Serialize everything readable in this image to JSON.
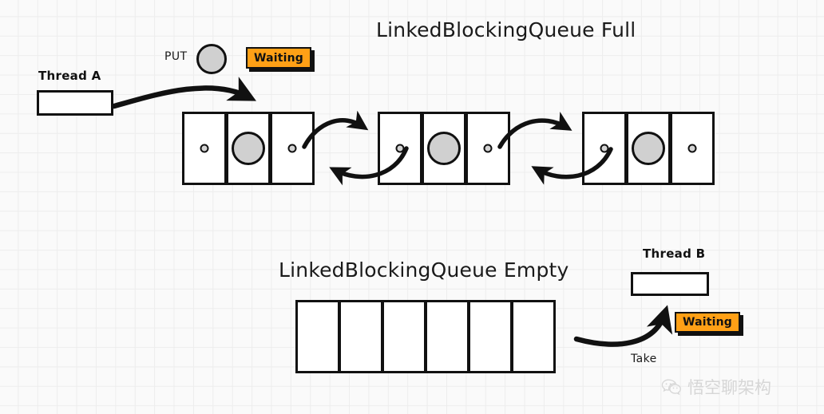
{
  "diagram": {
    "top_section": {
      "title": "LinkedBlockingQueue Full",
      "thread_label": "Thread A",
      "operation_label": "PUT",
      "status_badge": "Waiting",
      "nodes": [
        {
          "prev_pointer": "null-dot",
          "payload": "element",
          "next_pointer": "link-dot"
        },
        {
          "prev_pointer": "link-dot",
          "payload": "element",
          "next_pointer": "link-dot"
        },
        {
          "prev_pointer": "link-dot",
          "payload": "element",
          "next_pointer": "null-dot"
        }
      ]
    },
    "bottom_section": {
      "title": "LinkedBlockingQueue Empty",
      "thread_label": "Thread B",
      "operation_label": "Take",
      "status_badge": "Waiting",
      "empty_cell_count": 6
    }
  },
  "watermark": {
    "icon": "wechat-icon",
    "text": "悟空聊架构"
  },
  "colors": {
    "badge_orange": "#FFA016",
    "stroke_black": "#111111",
    "payload_gray": "#D0D0D0",
    "grid_line": "#EDEDED",
    "background": "#FAFAFA"
  }
}
